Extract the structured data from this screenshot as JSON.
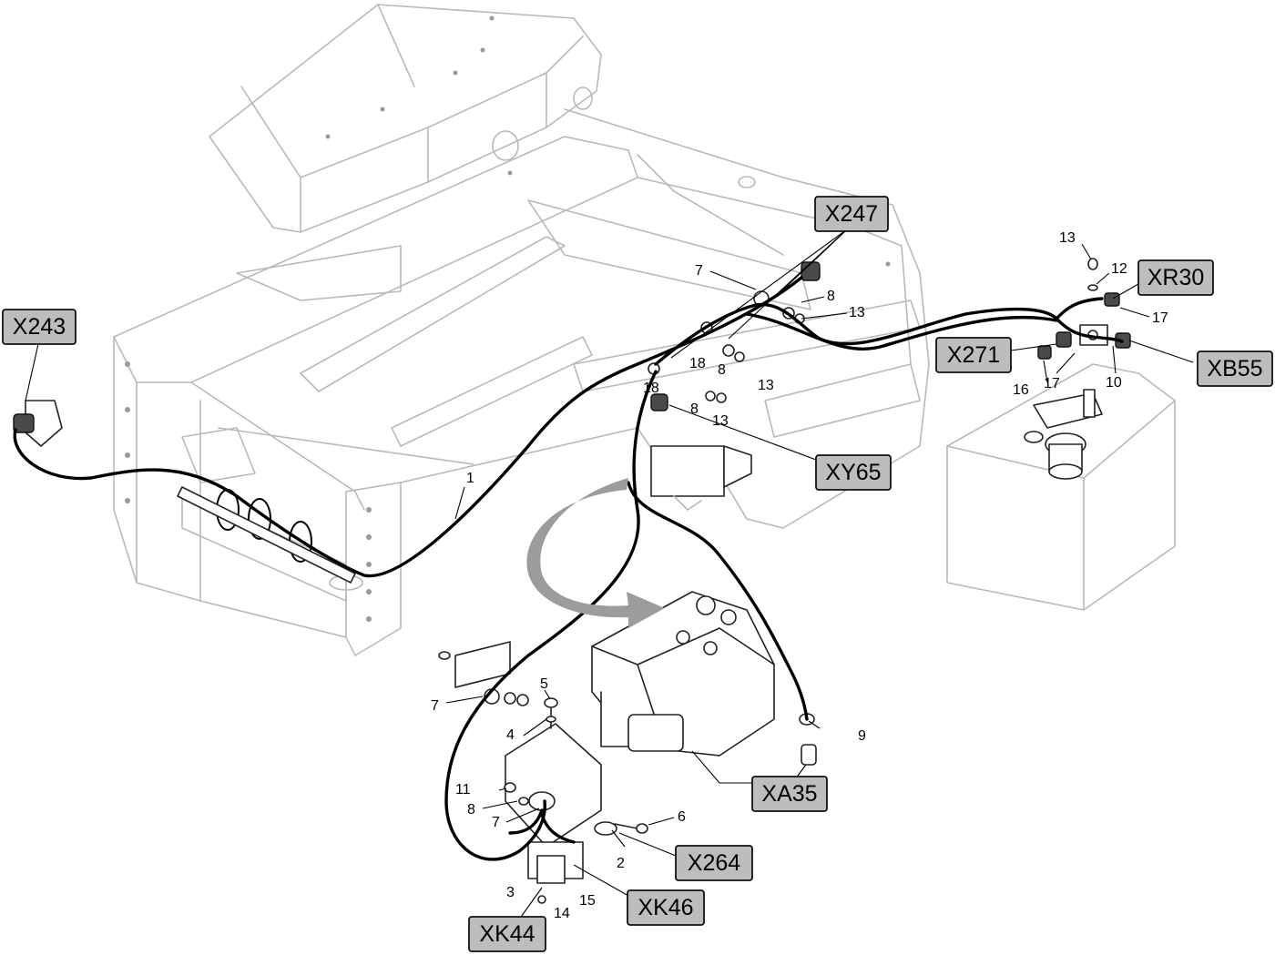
{
  "connector_tags": [
    {
      "id": "x247",
      "label": "X247"
    },
    {
      "id": "x243",
      "label": "X243"
    },
    {
      "id": "xr30",
      "label": "XR30"
    },
    {
      "id": "x271",
      "label": "X271"
    },
    {
      "id": "xb55",
      "label": "XB55"
    },
    {
      "id": "xy65",
      "label": "XY65"
    },
    {
      "id": "xa35",
      "label": "XA35"
    },
    {
      "id": "x264",
      "label": "X264"
    },
    {
      "id": "xk46",
      "label": "XK46"
    },
    {
      "id": "xk44",
      "label": "XK44"
    }
  ],
  "item_numbers": {
    "n1": "1",
    "n2": "2",
    "n3": "3",
    "n4": "4",
    "n5": "5",
    "n6": "6",
    "n7a": "7",
    "n7b": "7",
    "n7c": "7",
    "n8a": "8",
    "n8b": "8",
    "n8c": "8",
    "n8d": "8",
    "n9": "9",
    "n10": "10",
    "n11": "11",
    "n12": "12",
    "n13a": "13",
    "n13b": "13",
    "n13c": "13",
    "n13d": "13",
    "n14": "14",
    "n15": "15",
    "n16": "16",
    "n17a": "17",
    "n17b": "17",
    "n18a": "18",
    "n18b": "18"
  },
  "colors": {
    "tag_fill": "#bdbdbd",
    "frame_line": "#b9b9b9",
    "cable": "#000000",
    "transfer_arrow": "#9c9c9c"
  },
  "icons": [
    "tractor-frame-outline",
    "hydraulic-tank",
    "hydraulic-valve-block",
    "transfer-arrow"
  ]
}
